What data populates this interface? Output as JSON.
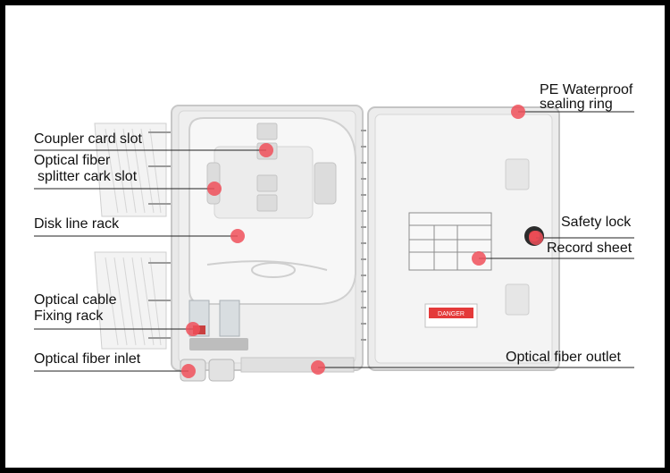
{
  "labels": {
    "coupler": "Coupler card slot",
    "splitter_1": "Optical fiber",
    "splitter_2": "splitter cark slot",
    "disk": "Disk line rack",
    "cable_1": "Optical cable",
    "cable_2": "Fixing rack",
    "inlet": "Optical fiber inlet",
    "pe_1": "PE Waterproof",
    "pe_2": "sealing ring",
    "safety": "Safety lock",
    "record": "Record sheet",
    "outlet": "Optical fiber outlet"
  },
  "warning_badge": "DANGER",
  "colors": {
    "frame": "#000000",
    "background": "#ffffff",
    "marker": "#f0505a",
    "enclosure": "#ededed",
    "leader": "#222222"
  }
}
